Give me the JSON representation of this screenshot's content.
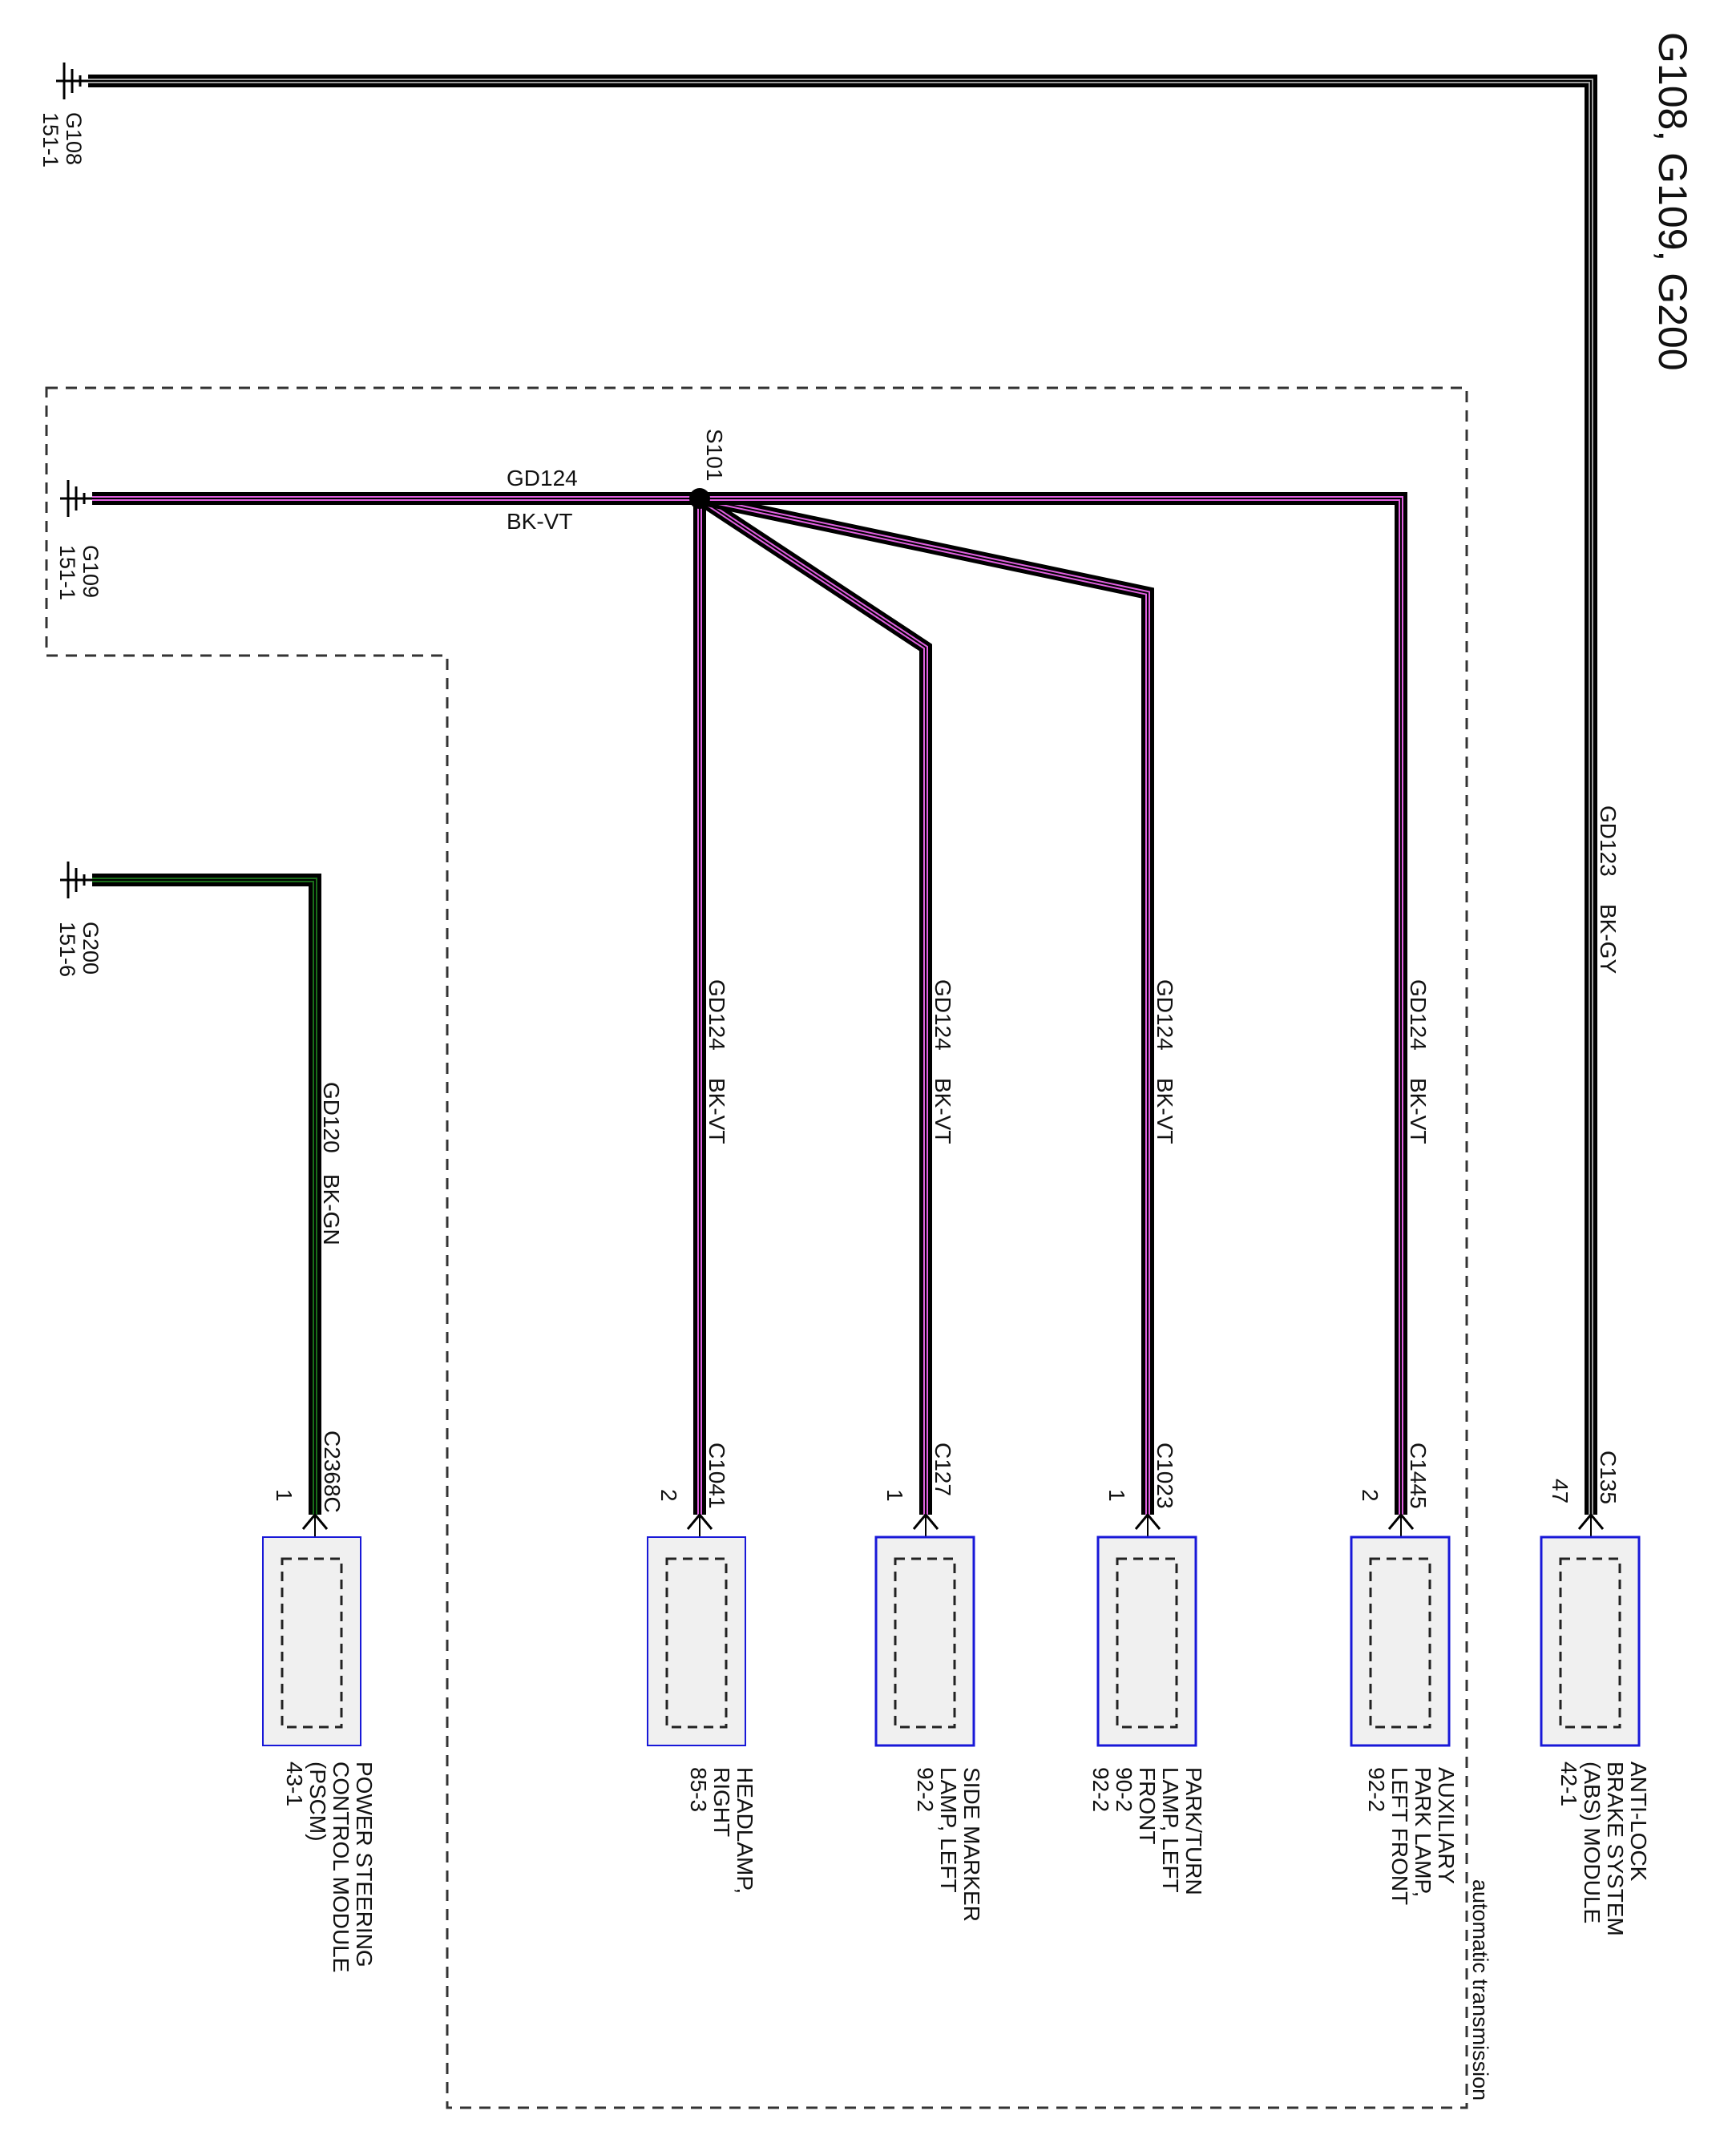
{
  "title": "G108, G109, G200",
  "grounds": [
    {
      "id": "g108",
      "name": "G108",
      "ref": "151-1"
    },
    {
      "id": "g109",
      "name": "G109",
      "ref": "151-1"
    },
    {
      "id": "g200",
      "name": "G200",
      "ref": "151-6"
    }
  ],
  "splice": {
    "name": "S101"
  },
  "region_label": "automatic transmission",
  "colors": {
    "black": "#000000",
    "violet": "#e060e0",
    "gray": "#a0a0a0",
    "green": "#1a6e1a",
    "connector_blue": "#1818d8",
    "connector_fill": "#f0f0f0"
  },
  "wires": [
    {
      "id": "gd123",
      "circuit": "GD123",
      "color": "BK-GY"
    },
    {
      "id": "gd124_main",
      "circuit": "GD124",
      "color": "BK-VT"
    },
    {
      "id": "gd124_headlamp",
      "circuit": "GD124",
      "color": "BK-VT"
    },
    {
      "id": "gd124_sidemarker",
      "circuit": "GD124",
      "color": "BK-VT"
    },
    {
      "id": "gd124_parkturn",
      "circuit": "GD124",
      "color": "BK-VT"
    },
    {
      "id": "gd124_auxpark",
      "circuit": "GD124",
      "color": "BK-VT"
    },
    {
      "id": "gd120",
      "circuit": "GD120",
      "color": "BK-GN"
    }
  ],
  "components": [
    {
      "id": "pscm",
      "connector": "C2368C",
      "pin": "1",
      "name": [
        "POWER STEERING",
        "CONTROL MODULE",
        "(PSCM)"
      ],
      "ref": "43-1"
    },
    {
      "id": "headlamp",
      "connector": "C1041",
      "pin": "2",
      "name": [
        "HEADLAMP,",
        "RIGHT"
      ],
      "ref": "85-3"
    },
    {
      "id": "sidemarker",
      "connector": "C127",
      "pin": "1",
      "name": [
        "SIDE MARKER",
        "LAMP, LEFT"
      ],
      "ref": "92-2"
    },
    {
      "id": "parkturn",
      "connector": "C1023",
      "pin": "1",
      "name": [
        "PARK/TURN",
        "LAMP, LEFT",
        "FRONT"
      ],
      "ref": "90-2\n92-2"
    },
    {
      "id": "auxpark",
      "connector": "C1445",
      "pin": "2",
      "name": [
        "AUXILIARY",
        "PARK LAMP,",
        "LEFT FRONT"
      ],
      "ref": "92-2"
    },
    {
      "id": "abs",
      "connector": "C135",
      "pin": "47",
      "name": [
        "ANTI-LOCK",
        "BRAKE SYSTEM",
        "(ABS) MODULE"
      ],
      "ref": "42-1"
    }
  ]
}
